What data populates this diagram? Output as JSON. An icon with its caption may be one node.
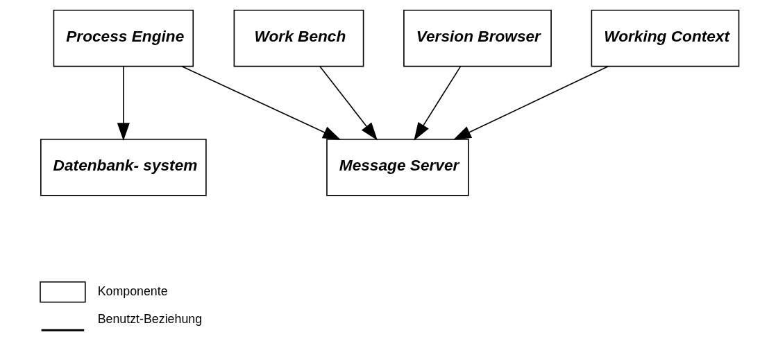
{
  "diagram": {
    "nodes": [
      {
        "text": [
          "Process Engine"
        ]
      },
      {
        "text": [
          "Work Bench"
        ]
      },
      {
        "text": [
          "Version Browser"
        ]
      },
      {
        "text": [
          "Working Context"
        ]
      },
      {
        "text": [
          "Datenbank- system"
        ]
      },
      {
        "text": [
          "Message Server"
        ]
      }
    ],
    "edges": [
      {
        "from": 0,
        "to": 4,
        "arrow": "to"
      },
      {
        "from": 0,
        "to": 5,
        "arrow": "to"
      },
      {
        "from": 1,
        "to": 5,
        "arrow": "to"
      },
      {
        "from": 2,
        "to": 5,
        "arrow": "to"
      },
      {
        "from": 3,
        "to": 5,
        "arrow": "to"
      }
    ],
    "legend": [
      {
        "text": "Komponente"
      },
      {
        "text": "Benutzt-Beziehung"
      }
    ]
  }
}
